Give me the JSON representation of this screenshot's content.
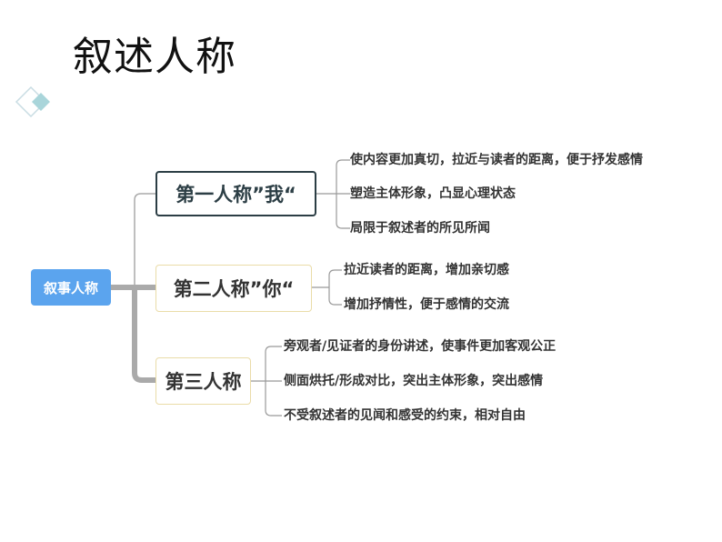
{
  "title": "叙述人称",
  "root": "叙事人称",
  "branches": [
    {
      "label": "第一人称”我“",
      "leaves": [
        "使内容更加真切，拉近与读者的距离，便于抒发感情",
        "塑造主体形象，凸显心理状态",
        "局限于叙述者的所见所闻"
      ]
    },
    {
      "label": "第二人称”你“",
      "leaves": [
        "拉近读者的距离，增加亲切感",
        "增加抒情性，便于感情的交流"
      ]
    },
    {
      "label": "第三人称",
      "leaves": [
        "旁观者/见证者的身份讲述，使事件更加客观公正",
        "侧面烘托/形成对比，突出主体形象，突出感情",
        "不受叙述者的见闻和感受的约束，相对自由"
      ]
    }
  ]
}
